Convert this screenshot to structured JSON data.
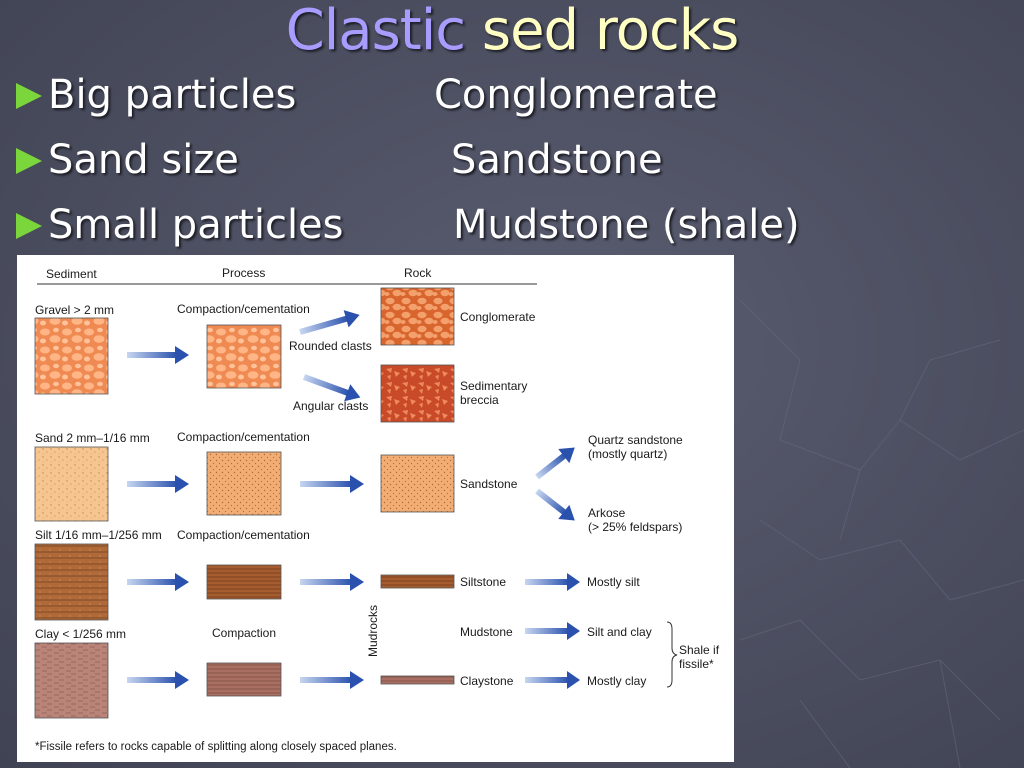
{
  "title": {
    "part1": "Clastic",
    "part2": "sed rocks"
  },
  "bullets": [
    {
      "left": "Big particles",
      "right": "Conglomerate"
    },
    {
      "left": "Sand size",
      "right": "Sandstone"
    },
    {
      "left": "Small particles",
      "right": "Mudstone (shale)"
    }
  ],
  "diagram": {
    "headers": {
      "sediment": "Sediment",
      "process": "Process",
      "rock": "Rock"
    },
    "gravel": {
      "label": "Gravel > 2 mm",
      "process": "Compaction/cementation",
      "rounded": "Rounded clasts",
      "angular": "Angular clasts",
      "rock1": "Conglomerate",
      "rock2": "Sedimentary breccia"
    },
    "sand": {
      "label": "Sand 2 mm–1/16 mm",
      "process": "Compaction/cementation",
      "rock": "Sandstone",
      "quartz": "Quartz sandstone",
      "quartz_note": "(mostly quartz)",
      "arkose": "Arkose",
      "arkose_note": "(> 25% feldspars)"
    },
    "silt": {
      "label": "Silt 1/16 mm–1/256 mm",
      "process": "Compaction/cementation",
      "rock": "Siltstone",
      "result": "Mostly silt"
    },
    "clay": {
      "label": "Clay < 1/256 mm",
      "process": "Compaction",
      "mudrocks": "Mudrocks",
      "mudstone": "Mudstone",
      "mudstone_result": "Silt and clay",
      "claystone": "Claystone",
      "claystone_result": "Mostly clay",
      "shale": "Shale if",
      "shale2": "fissile*"
    },
    "footnote": "*Fissile refers to rocks capable of splitting along closely spaced planes."
  },
  "colors": {
    "accent_bullet": "#7bd63b",
    "title_1": "#a89cff",
    "title_2": "#ffffc4",
    "arrow": "#2f56b0"
  }
}
